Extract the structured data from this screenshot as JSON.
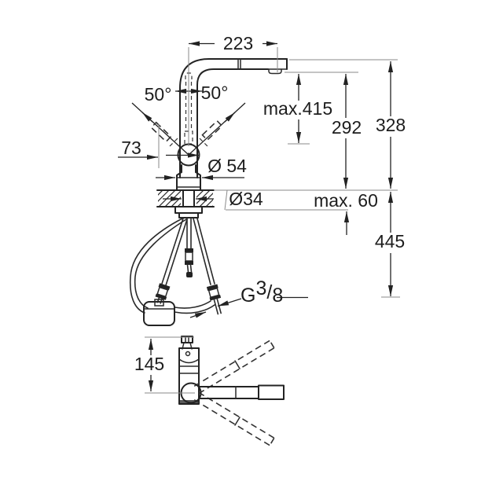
{
  "drawing": {
    "type": "technical-dimension-drawing",
    "subject": "kitchen faucet with pull-out spray, side view with installation hoses and front view with swivel range",
    "background": "#ffffff",
    "ink_color": "#232323",
    "dimension_color": "#222222",
    "extension_line_color": "#8a8a8a"
  },
  "dims": {
    "spout_reach": "223",
    "lever_angle_left": "50°",
    "lever_angle_right": "50°",
    "lever_projection": "73",
    "max_height": "max.415",
    "spout_outlet_height": "292",
    "total_height": "328",
    "base_diameter": "Ø 54",
    "hole_diameter": "Ø34",
    "deck_thickness_max": "max. 60",
    "hose_length_below": "445",
    "thread_g": "G",
    "thread_numerator": "3",
    "thread_slash": "/",
    "thread_denominator": "8",
    "front_view_height": "145"
  }
}
